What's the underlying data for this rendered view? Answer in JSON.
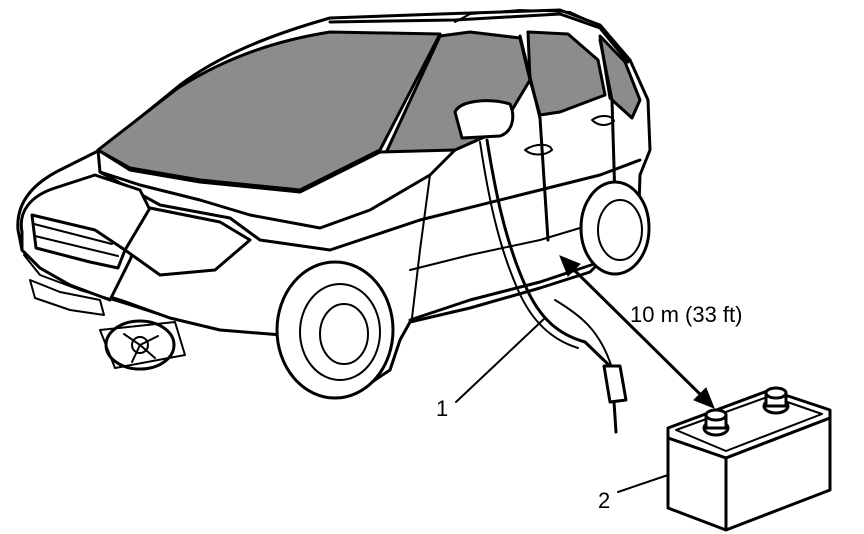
{
  "callouts": {
    "item1": "1",
    "item2": "2"
  },
  "dimension": {
    "distance": "10 m (33 ft)"
  },
  "colors": {
    "line": "#000000",
    "glass_shading": "#8c8c8c",
    "background": "#ffffff"
  }
}
